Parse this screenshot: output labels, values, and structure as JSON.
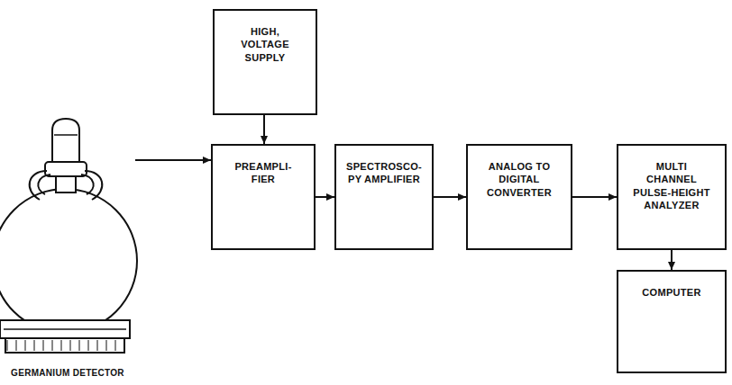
{
  "diagram": {
    "nodes": [
      {
        "text": [
          "HIGH, VOLTAGE SUPPLY"
        ]
      },
      {
        "text": [
          "GERMANIUM DETECTOR"
        ]
      },
      {
        "text": [
          "PREAMPLI- FIER"
        ]
      },
      {
        "text": [
          "SPECTROSCO- PY AMPLIFIER"
        ]
      },
      {
        "text": [
          "ANALOG TO DIGITAL CONVERTER"
        ]
      },
      {
        "text": [
          "MULTI CHANNEL PULSE-HEIGHT ANALYZER"
        ]
      },
      {
        "text": [
          "COMPUTER"
        ]
      }
    ],
    "edges": [
      {
        "from": 0,
        "to": 2,
        "arrow": "to"
      },
      {
        "from": 1,
        "to": 2,
        "arrow": "to"
      },
      {
        "from": 2,
        "to": 3,
        "arrow": "to"
      },
      {
        "from": 3,
        "to": 4,
        "arrow": "to"
      },
      {
        "from": 4,
        "to": 5,
        "arrow": "to"
      },
      {
        "from": 5,
        "to": 6,
        "arrow": "to"
      }
    ]
  }
}
